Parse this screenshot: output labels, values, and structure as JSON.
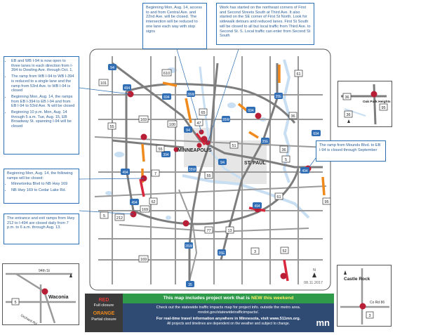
{
  "callouts": {
    "top_center_left": "Beginning Mon, Aug. 14, access to and from Central Ave. and 22nd Ave. will be closed. The intersection will be reduced to one lane each way with stop signs",
    "top_center_right": "Work has started on the northeast corners of First and Second Streets South at Third Ave. It also started on the SE corner of First St North. Look for sidewalk detours and reduced lanes. First St South will be closed to all but local traffic from Third Ave. to Second St. S. Local traffic can enter from Second St South",
    "left_1_intro": "EB and WB I-94 is now open to three lanes in each direction from I-394 to Dowling Ave. through Oct. 1.",
    "left_1_items": [
      "The ramp from WB I-94 to WB I-394 is reduced to a single lane and the ramp from 53rd Ave. to WB I-94 is closed",
      "Beginning Mon, Aug. 14, the ramps from EB I-394 to EB I-94 and from EB I-94 to 53rd Ave. N will be closed",
      "Beginning 10 p.m. Mon, Aug. 14 through 5 a.m. Tue, Aug. 15, EB Broadway St. spanning I-94 will be closed"
    ],
    "left_2_intro": "Beginning Mon, Aug. 14, the following ramps will be closed:",
    "left_2_items": [
      "Minnetonka Blvd to NB Hwy 169",
      "NB Hwy 169 to Cedar Lake Rd."
    ],
    "left_3": "The entrance and exit ramps from Hwy 212 to I-494 are closed daily from 7 p.m. to 6 a.m. through Aug. 13.",
    "right": "The ramp from Mounds Blvd. to EB I-94 is closed through September"
  },
  "map": {
    "city_minneapolis": "MINNEAPOLIS",
    "city_st_paul": "ST. PAUL",
    "date": "08.11.2017",
    "north": "N"
  },
  "insets": {
    "oak_park": {
      "label": "Oak Park Heights",
      "shields": [
        "36",
        "95",
        "36"
      ]
    },
    "waconia": {
      "label": "Waconia",
      "streets": [
        "94th St",
        "Orchard Rd"
      ],
      "shield": "5"
    },
    "castle_rock": {
      "label": "Castle Rock",
      "street": "Co Rd 86",
      "shield": "3"
    }
  },
  "legend": {
    "red_title": "RED",
    "red_sub": "Full closure",
    "orange_title": "ORANGE",
    "orange_sub": "Partial closure"
  },
  "footer": {
    "banner_pre": "This map includes project work that is ",
    "banner_new": "NEW this weekend",
    "line1": "Check out the statewide traffic impacts map for project info. outside the metro area.",
    "line2": "mndot.gov/statewidetrafficimpacts/.",
    "line3": "For real-time travel information anywhere in Minnesota, visit www.511mn.org.",
    "line4": "All projects and timelines are dependent on the weather and subject to change.",
    "logo": "mn"
  },
  "colors": {
    "full_closure": "#d8283e",
    "partial_closure": "#f08a1c",
    "interstate": "#2f6db5",
    "water": "#c8dff3",
    "urban": "#e6e6e6"
  }
}
